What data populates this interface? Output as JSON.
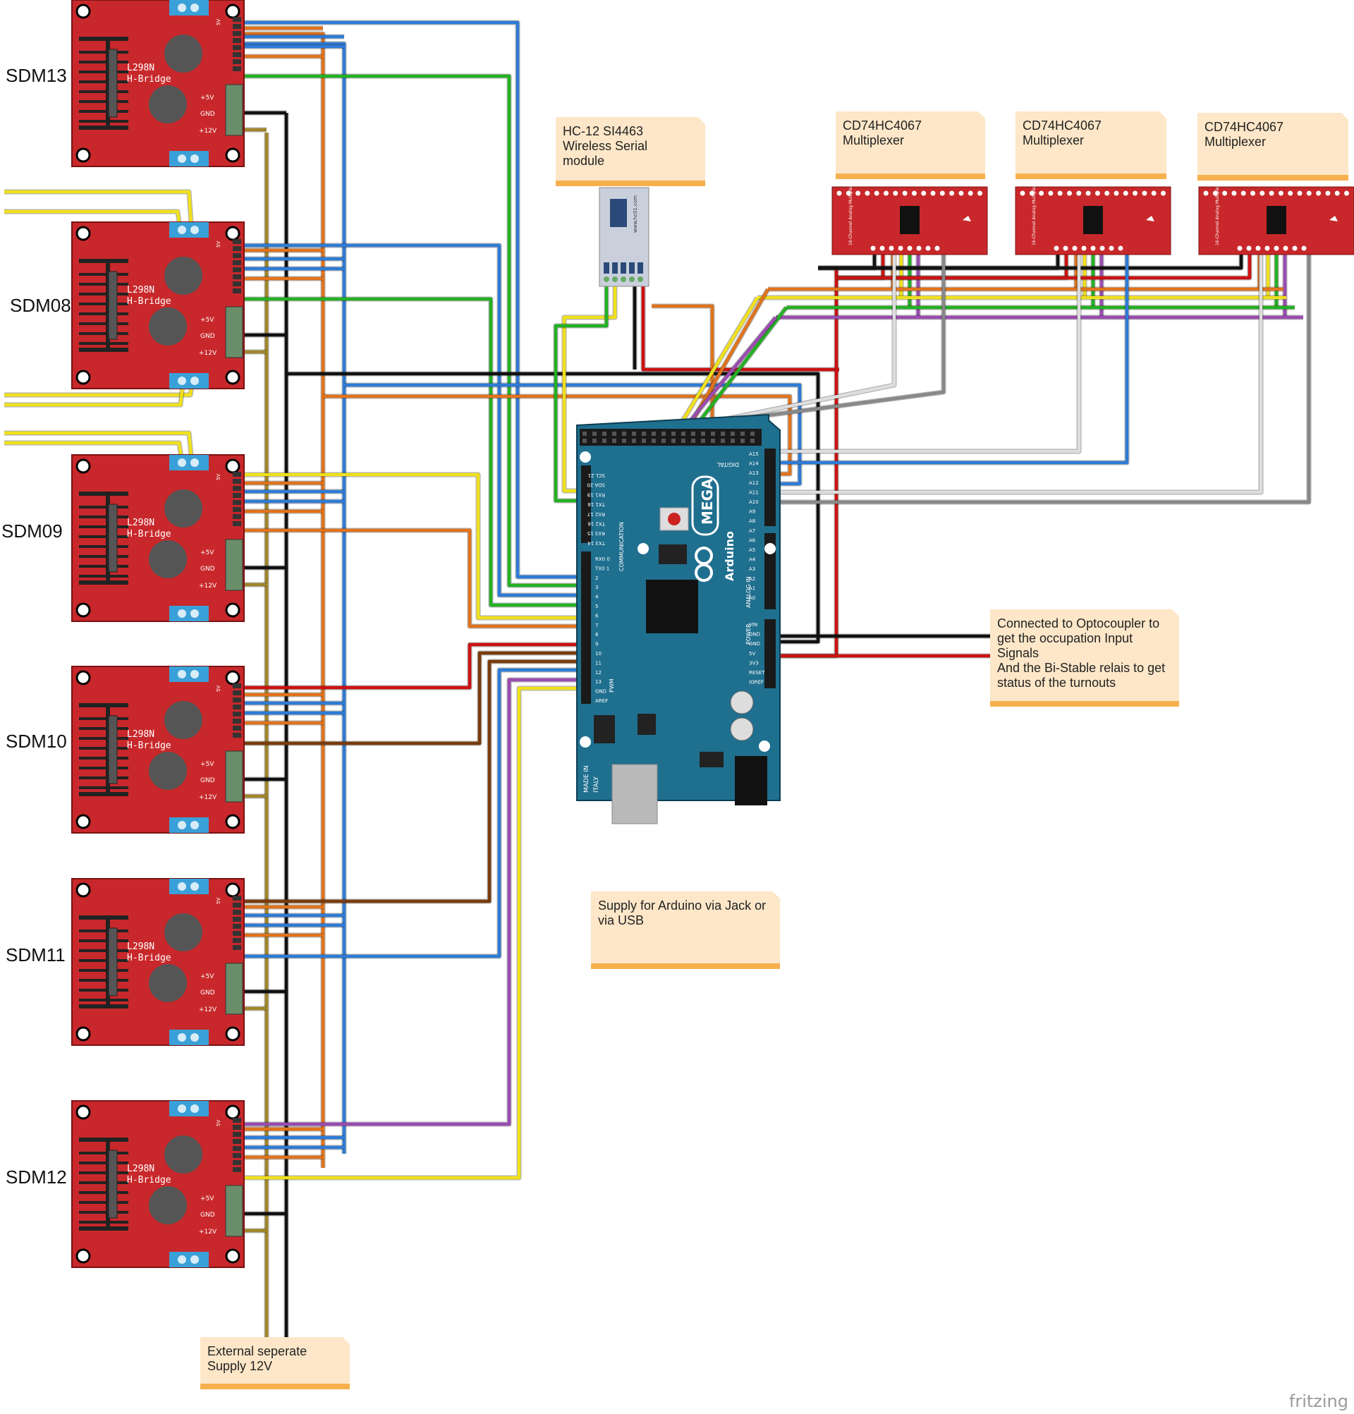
{
  "driver_labels": [
    "SDM13",
    "SDM08",
    "SDM09",
    "SDM10",
    "SDM11",
    "SDM12"
  ],
  "driver_board": {
    "chip_line1": "L298N",
    "chip_line2": "H-Bridge",
    "pin_5v": "+5V",
    "pin_gnd": "GND",
    "pin_12v": "+12V",
    "pin_small": "5V"
  },
  "mux_notes": [
    {
      "line1": "CD74HC4067",
      "line2": "Multiplexer"
    },
    {
      "line1": "CD74HC4067",
      "line2": "Multiplexer"
    },
    {
      "line1": "CD74HC4067",
      "line2": "Multiplexer"
    }
  ],
  "hc12_note": {
    "line1": "HC-12 SI4463",
    "line2": "Wireless Serial",
    "line3": "module"
  },
  "opto_note": {
    "line1": "Connected to Optocoupler to",
    "line2": "get the occupation Input",
    "line3": "Signals",
    "line4": "And the Bi-Stable relais to get",
    "line5": "status of the turnouts"
  },
  "supply_note": {
    "line1": "Supply for Arduino via  Jack  or",
    "line2": "via USB"
  },
  "external_note": {
    "line1": "External seperate",
    "line2": "Supply 12V"
  },
  "arduino": {
    "brand": "Arduino",
    "model": "MEGA",
    "section_comm": "COMMUNICATION",
    "section_analog": "ANALOG IN",
    "section_power": "POWER",
    "section_pwm": "PWM",
    "section_digital": "DIGITAL",
    "made_in": "MADE IN",
    "country": "ITALY",
    "comm_pins": [
      "SCL 21",
      "SDA 20",
      "RX1 19",
      "TX1 18",
      "RX2 17",
      "TX2 16",
      "RX3 15",
      "TX3 14"
    ],
    "pwm_pins": [
      "RX0 0",
      "TX0 1",
      "2",
      "3",
      "4",
      "5",
      "6",
      "7",
      "8",
      "9",
      "10",
      "11",
      "12",
      "13",
      "GND",
      "AREF"
    ],
    "analog_pins": [
      "A15",
      "A14",
      "A13",
      "A12",
      "A11",
      "A10",
      "A9",
      "A8",
      "A7",
      "A6",
      "A5",
      "A4",
      "A3",
      "A2",
      "A1",
      "A0"
    ],
    "power_pins": [
      "VIN",
      "GND",
      "GND",
      "5V",
      "3V3",
      "RESET",
      "IOREF"
    ]
  },
  "mux_board_text": "16-Channel Analog Multiplexer",
  "hc12_board_text": "www.hc01.com",
  "watermark": "fritzing",
  "colors": {
    "board_red": "#c8282b",
    "board_blue": "#1f6f8f",
    "note_bg": "#fde7c8",
    "note_bar": "#f7b04e",
    "wire_blue": "#2e7bd6",
    "wire_orange": "#e0731c",
    "wire_green": "#23b023",
    "wire_yellow": "#f0e01c",
    "wire_red": "#cc1111",
    "wire_black": "#111111",
    "wire_brown": "#7a3b0c",
    "wire_purple": "#9a4bb0",
    "wire_grey": "#888888",
    "wire_white": "#dddddd",
    "wire_olive": "#a0862a"
  }
}
